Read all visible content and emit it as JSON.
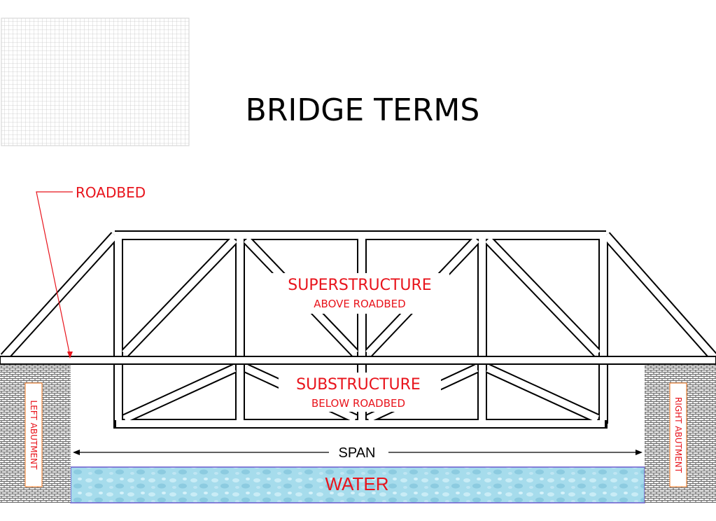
{
  "title": "BRIDGE TERMS",
  "labels": {
    "roadbed": "ROADBED",
    "superstructure": "SUPERSTRUCTURE",
    "above_roadbed": "ABOVE ROADBED",
    "substructure": "SUBSTRUCTURE",
    "below_roadbed": "BELOW ROADBED",
    "span": "SPAN",
    "water": "WATER",
    "left_abutment": "LEFT ABUTMENT",
    "right_abutment": "RIGHT ABUTMENT"
  },
  "colors": {
    "label_red": "#e8141c",
    "water_blue": "#9fd8ea",
    "structure_black": "#000000",
    "abutment_gray": "#8a8a8a",
    "grid_gray": "#c8c8c8",
    "abutment_border": "#f47a20"
  }
}
